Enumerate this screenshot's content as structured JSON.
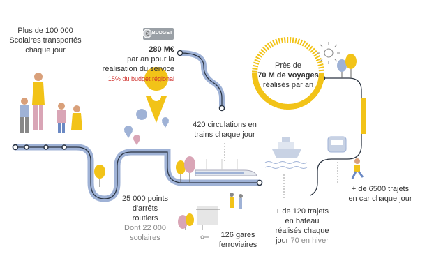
{
  "colors": {
    "route": "#9fb2d6",
    "route_dark": "#2a3340",
    "yellow": "#f2c318",
    "pink": "#d9a5b6",
    "blue": "#6b89c4",
    "gray": "#9a9a9a"
  },
  "icons": [
    "budget-badge-icon",
    "map-pin-icon",
    "sun-icon",
    "boat-icon",
    "bus-icon",
    "train-icon",
    "station-icon",
    "family-icon",
    "runner-icon"
  ],
  "scolaires": {
    "line1": "Plus de 100 000",
    "line2": "Scolaires transportés",
    "line3": "chaque jour"
  },
  "budget": {
    "badge": "BUDGET",
    "amount": "280 M€",
    "line2": "par an pour la",
    "line3": "réalisation du service",
    "note": "15% du budget régional"
  },
  "trains": {
    "line1": "420 circulations en",
    "line2": "trains chaque jour"
  },
  "voyages": {
    "line1": "Près de",
    "line2": "70 M de voyages",
    "line3": "réalisés par an"
  },
  "arrets": {
    "line1": "25 000 points",
    "line2": "d'arrêts",
    "line3": "routiers",
    "line4": "Dont 22 000",
    "line5": "scolaires"
  },
  "gares": {
    "line1": "126 gares",
    "line2": "ferroviaires"
  },
  "bateau": {
    "line1": "+ de 120 trajets",
    "line2": "en bateau",
    "line3": "réalisés chaque",
    "line4a": "jour",
    "line4b": "70 en hiver"
  },
  "car": {
    "line1": "+ de 6500 trajets",
    "line2": "en car chaque jour"
  }
}
